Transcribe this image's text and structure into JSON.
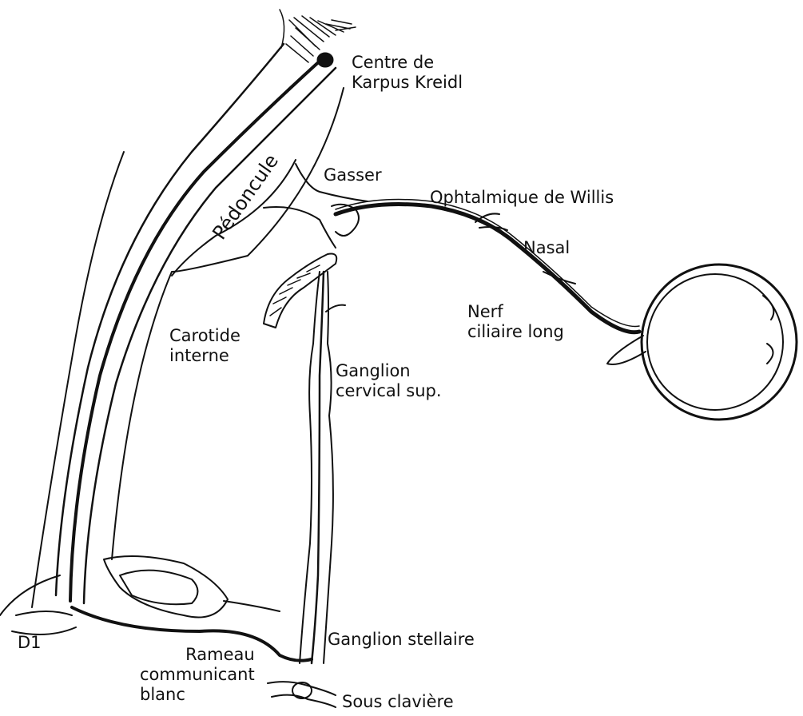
{
  "labels": {
    "centre_line1": "Centre de",
    "centre_line2": "Karpus Kreidl",
    "pedoncule": "Pédoncule",
    "gasser": "Gasser",
    "ophtalmique": "Ophtalmique de Willis",
    "nasal": "Nasal",
    "nerf_line1": "Nerf",
    "nerf_line2": "ciliaire long",
    "carotide_line1": "Carotide",
    "carotide_line2": "interne",
    "ganglion_cervical_line1": "Ganglion",
    "ganglion_cervical_line2": "cervical sup.",
    "d1": "D1",
    "ganglion_stellaire": "Ganglion stellaire",
    "rameau_line1": "Rameau",
    "rameau_line2": "communicant",
    "rameau_line3": "blanc",
    "sous_claviere": "Sous clavière"
  }
}
